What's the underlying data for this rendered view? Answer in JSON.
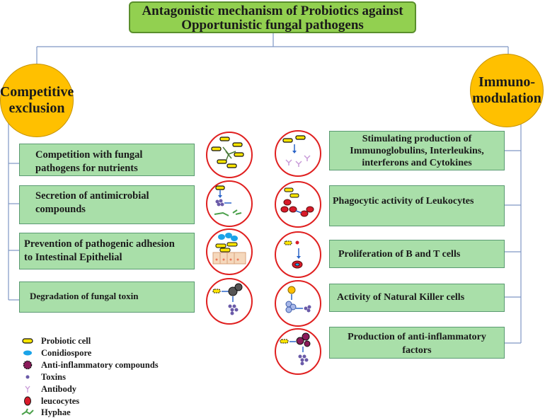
{
  "title": {
    "line1": "Antagonistic mechanism of Probiotics against",
    "line2": "Opportunistic fungal pathogens"
  },
  "left_branch": {
    "label_line1": "Competitive",
    "label_line2": "exclusion",
    "items": [
      {
        "line1": "Competition with  fungal",
        "line2": "pathogens  for nutrients"
      },
      {
        "line1": "Secretion of antimicrobial",
        "line2": "compounds"
      },
      {
        "line1": "Prevention of pathogenic adhesion",
        "line2": "to Intestinal Epithelial"
      },
      {
        "line1": "Degradation of fungal toxin",
        "line2": ""
      }
    ]
  },
  "right_branch": {
    "label_line1": "Immuno-",
    "label_line2": "modulation",
    "items": [
      {
        "line1": "Stimulating production of",
        "line2": "Immunoglobulins, Interleukins,",
        "line3": "interferons  and Cytokines"
      },
      {
        "line1": "Phagocytic activity of Leukocytes",
        "line2": "",
        "line3": ""
      },
      {
        "line1": "Proliferation of B and T cells",
        "line2": "",
        "line3": ""
      },
      {
        "line1": "Activity of Natural Killer cells",
        "line2": "",
        "line3": ""
      },
      {
        "line1": "Production of anti-inflammatory",
        "line2": "factors",
        "line3": ""
      }
    ]
  },
  "legend": [
    {
      "label": "Probiotic cell",
      "icon": "probiotic-cell-icon"
    },
    {
      "label": "Conidiospore",
      "icon": "conidiospore-icon"
    },
    {
      "label": "Anti-inflammatory compounds",
      "icon": "anti-inflammatory-icon"
    },
    {
      "label": "Toxins",
      "icon": "toxin-icon"
    },
    {
      "label": "Antibody",
      "icon": "antibody-icon"
    },
    {
      "label": "leucocytes",
      "icon": "leucocyte-icon"
    },
    {
      "label": "Hyphae",
      "icon": "hyphae-icon"
    }
  ],
  "colors": {
    "title_fill": "#92d050",
    "branch_circle": "#ffc000",
    "item_box": "#a9dfa9",
    "icon_border": "#e02020",
    "connector": "#7f97c4",
    "probiotic": "#ffe600",
    "leucocyte": "#d81b2a",
    "conidiospore": "#1aa3e8",
    "toxin": "#6a5aa8"
  }
}
